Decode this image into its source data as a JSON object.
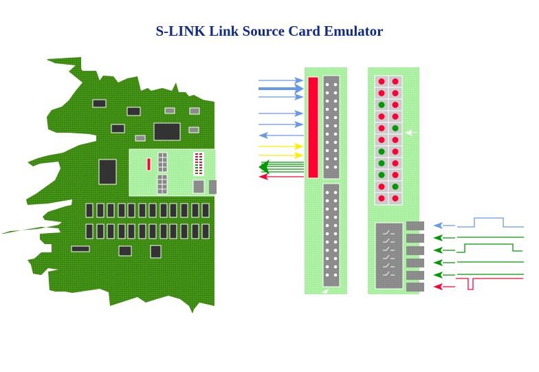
{
  "title": "S-LINK Link Source Card Emulator",
  "colors": {
    "title": "#0f2a8a",
    "pcb": "#3f8f12",
    "pcb_dark": "#2f7a0c",
    "chip": "#333333",
    "chip_border": "#ffffff",
    "small_chip": "#9a9a9a",
    "light_panel": "#a8f0a0",
    "connector": "#888888",
    "red": "#ff0033",
    "green": "#009900",
    "blue": "#6699ee",
    "yellow": "#ffee00",
    "led_bg": "#cccccc"
  },
  "left_arrows": [
    {
      "dir": "in",
      "color": "blue",
      "weight": "thin"
    },
    {
      "dir": "in",
      "color": "blue",
      "weight": "thick"
    },
    {
      "dir": "in",
      "color": "blue",
      "weight": "thin"
    },
    {
      "dir": "in",
      "color": "blue",
      "weight": "thin"
    },
    {
      "dir": "in",
      "color": "blue",
      "weight": "thin"
    },
    {
      "dir": "out",
      "color": "blue",
      "weight": "thin"
    },
    {
      "dir": "in",
      "color": "yellow",
      "weight": "thin"
    },
    {
      "dir": "in",
      "color": "yellow",
      "weight": "thin"
    },
    {
      "dir": "out",
      "color": "green",
      "weight": "bus"
    },
    {
      "dir": "out",
      "color": "red",
      "weight": "thin"
    }
  ],
  "led_matrix": [
    [
      "red",
      "red"
    ],
    [
      "red",
      "red"
    ],
    [
      "green",
      "red"
    ],
    [
      "red",
      "red"
    ],
    [
      "red",
      "green"
    ],
    [
      "red",
      "red"
    ],
    [
      "green",
      "red"
    ],
    [
      "green",
      "red"
    ],
    [
      "green",
      "red"
    ],
    [
      "red",
      "green"
    ],
    [
      "red",
      "red"
    ]
  ],
  "switch_count": 6,
  "signals": [
    {
      "color": "blue",
      "shape": "pulse-high"
    },
    {
      "color": "green",
      "shape": "flat"
    },
    {
      "color": "green",
      "shape": "long-high"
    },
    {
      "color": "green",
      "shape": "flat"
    },
    {
      "color": "green",
      "shape": "flat"
    },
    {
      "color": "red",
      "shape": "pulse-low"
    }
  ]
}
